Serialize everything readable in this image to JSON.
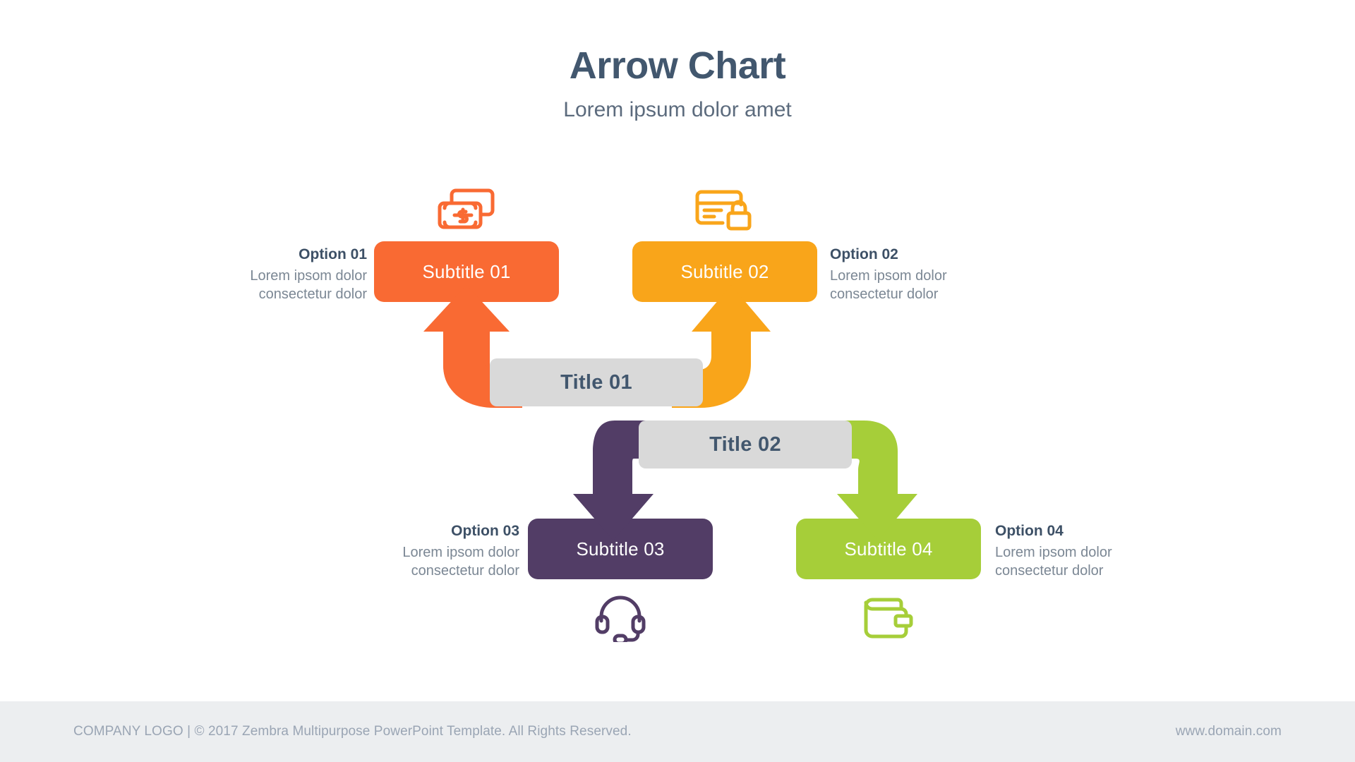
{
  "header": {
    "title": "Arrow Chart",
    "subtitle": "Lorem ipsum dolor amet",
    "title_color": "#42576e",
    "subtitle_color": "#5c6b7d"
  },
  "diagram": {
    "type": "arrow-chart",
    "bands": [
      {
        "id": "title-01",
        "label": "Title 01",
        "direction": "up",
        "band_color": "#d9d9d9",
        "text_color": "#42576e"
      },
      {
        "id": "title-02",
        "label": "Title 02",
        "direction": "down",
        "band_color": "#d9d9d9",
        "text_color": "#42576e"
      }
    ],
    "nodes": [
      {
        "id": "node-01",
        "pill_label": "Subtitle 01",
        "color": "#f96a33",
        "icon": "cash-banknote-dollar-icon",
        "icon_position": "above",
        "option_title": "Option 01",
        "option_body": "Lorem ipsom dolor\nconsectetur dolor",
        "option_line_1": "Lorem ipsom dolor",
        "option_line_2": "consectetur dolor",
        "option_align": "right",
        "arrow": "up-left"
      },
      {
        "id": "node-02",
        "pill_label": "Subtitle 02",
        "color": "#f9a51a",
        "icon": "credit-card-lock-icon",
        "icon_position": "above",
        "option_title": "Option 02",
        "option_body": "Lorem ipsom dolor\nconsectetur dolor",
        "option_line_1": "Lorem ipsom dolor",
        "option_line_2": "consectetur dolor",
        "option_align": "left",
        "arrow": "up-right"
      },
      {
        "id": "node-03",
        "pill_label": "Subtitle 03",
        "color": "#523d66",
        "icon": "headset-support-icon",
        "icon_position": "below",
        "option_title": "Option 03",
        "option_body": "Lorem ipsom dolor\nconsectetur dolor",
        "option_line_1": "Lorem ipsom dolor",
        "option_line_2": "consectetur dolor",
        "option_align": "right",
        "arrow": "down-left"
      },
      {
        "id": "node-04",
        "pill_label": "Subtitle 04",
        "color": "#a6ce39",
        "icon": "wallet-icon",
        "icon_position": "below",
        "option_title": "Option 04",
        "option_body": "Lorem ipsom dolor\nconsectetur dolor",
        "option_line_1": "Lorem ipsom dolor",
        "option_line_2": "consectetur dolor",
        "option_align": "left",
        "arrow": "down-right"
      }
    ]
  },
  "footer": {
    "left_text": "COMPANY LOGO | © 2017 Zembra Multipurpose PowerPoint Template. All Rights Reserved.",
    "right_text": "www.domain.com",
    "background": "#eceef0",
    "text_color": "#9aa5b4"
  }
}
